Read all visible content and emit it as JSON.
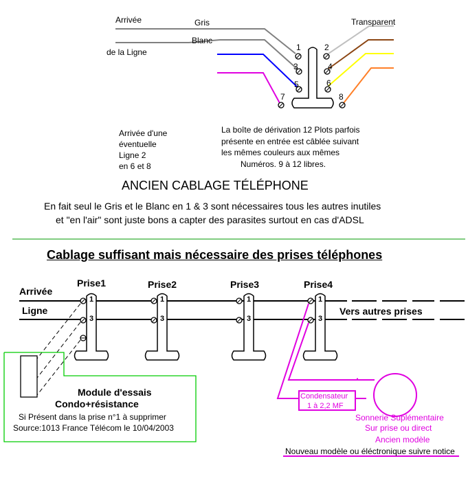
{
  "top": {
    "arrivee": "Arrivée",
    "de_la_ligne": "de la Ligne",
    "gris": "Gris",
    "blanc": "Blanc",
    "transparent": "Transparent",
    "plots": [
      "1",
      "2",
      "3",
      "4",
      "5",
      "6",
      "7",
      "8"
    ],
    "note_ligne2": [
      "Arrivée d'une",
      "éventuelle",
      "Ligne 2",
      "en 6 et 8"
    ],
    "note_boite": [
      "La boîte de dérivation 12 Plots parfois",
      "présente en entrée est câblée suivant",
      "les mêmes couleurs aux mêmes",
      "Numéros. 9 à 12 libres."
    ],
    "title": "ANCIEN CABLAGE TÉLÉPHONE",
    "info": [
      "En fait seul le Gris et le Blanc en 1 & 3 sont nécessaires tous les autres inutiles",
      "et \"en l'air\" sont juste bons a capter des parasites surtout en cas d'ADSL"
    ]
  },
  "bottom": {
    "title": "Cablage suffisant mais nécessaire des prises téléphones",
    "arrivee": "Arrivée",
    "ligne": "Ligne",
    "prises": [
      "Prise1",
      "Prise2",
      "Prise3",
      "Prise4"
    ],
    "pin1": "1",
    "pin3": "3",
    "vers": "Vers autres  prises",
    "module": {
      "title1": "Module d'essais",
      "title2": "Condo+résistance",
      "line1": "Si Présent dans la prise n°1 à supprimer",
      "line2": "Source:1013 France Télécom le 10/04/2003"
    },
    "condensateur": [
      "Condensateur",
      "1 à 2,2 MF"
    ],
    "sonnerie": [
      "Sonnerie Suplémentaire",
      "Sur prise ou direct",
      "Ancien modèle"
    ],
    "notice": "Nouveau modèle ou éléctronique suivre notice"
  },
  "colors": {
    "gris": "#808080",
    "blue": "#0000ff",
    "magenta": "#e000e0",
    "brown": "#8b4513",
    "yellow": "#ffff00",
    "orange": "#ff7f27",
    "green": "#00cc00",
    "separator": "#009900"
  }
}
